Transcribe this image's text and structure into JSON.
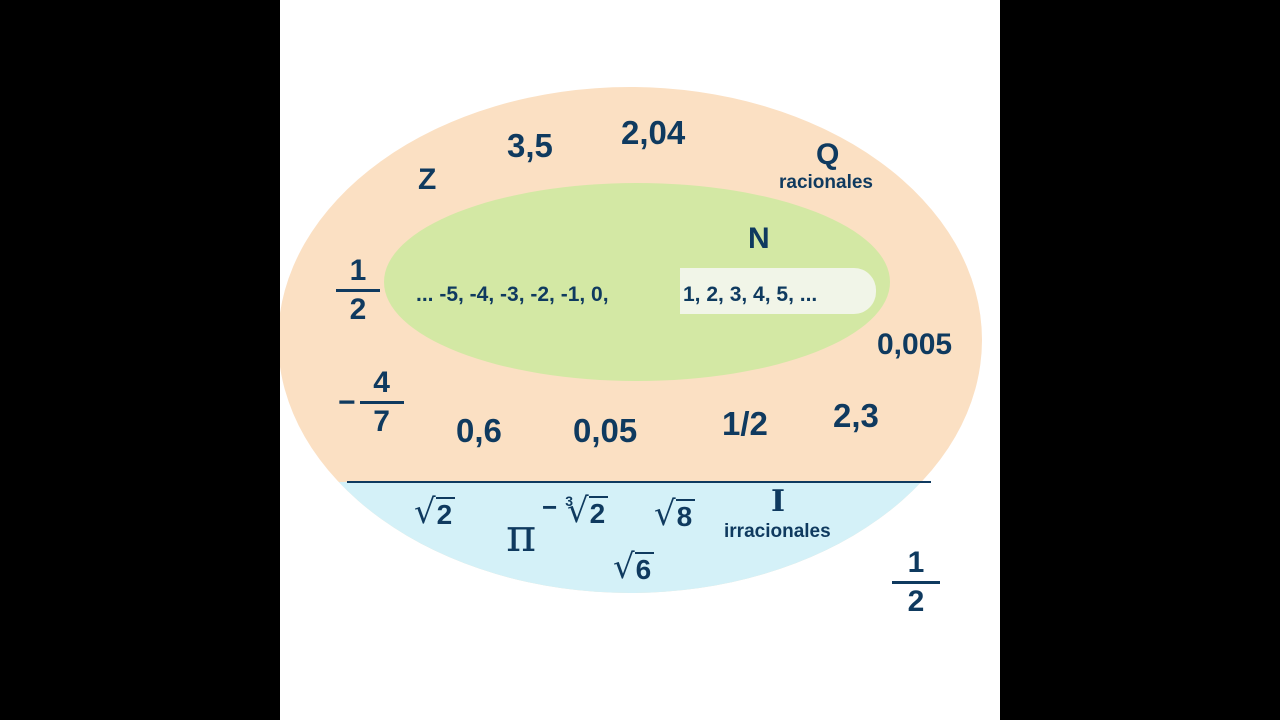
{
  "colors": {
    "background": "#000000",
    "canvas": "#ffffff",
    "rational_set": "#fbe0c3",
    "integer_set": "#d3e8a4",
    "natural_highlight": "#f1f5e8",
    "irrational_set": "#d4f1f8",
    "text": "#0f3a5f",
    "divider": "#0f3a5f"
  },
  "sets": {
    "rational": {
      "symbol": "Q",
      "name": "racionales"
    },
    "integer": {
      "symbol": "Z"
    },
    "natural": {
      "symbol": "N"
    },
    "irrational": {
      "symbol": "I",
      "name": "irracionales"
    }
  },
  "integer_sequence": {
    "negative_part": "... -5, -4, -3, -2, -1, 0,",
    "natural_part": "1, 2, 3, 4, 5, ..."
  },
  "rational_examples": {
    "n_3_5": "3,5",
    "n_2_04": "2,04",
    "n_0_005": "0,005",
    "n_0_6": "0,6",
    "n_0_05": "0,05",
    "n_1_2_slash": "1/2",
    "n_2_3": "2,3",
    "half_fraction": {
      "numerator": "1",
      "denominator": "2"
    },
    "neg_fraction": {
      "sign": "−",
      "numerator": "4",
      "denominator": "7"
    }
  },
  "irrational_examples": {
    "sqrt2": {
      "radical": "√",
      "radicand": "2"
    },
    "pi": "π",
    "neg_cbrt2": {
      "sign": "−",
      "index": "3",
      "radical": "√",
      "radicand": "2"
    },
    "sqrt8": {
      "radical": "√",
      "radicand": "8"
    },
    "sqrt6": {
      "radical": "√",
      "radicand": "6"
    }
  },
  "outside_example": {
    "numerator": "1",
    "denominator": "2"
  }
}
